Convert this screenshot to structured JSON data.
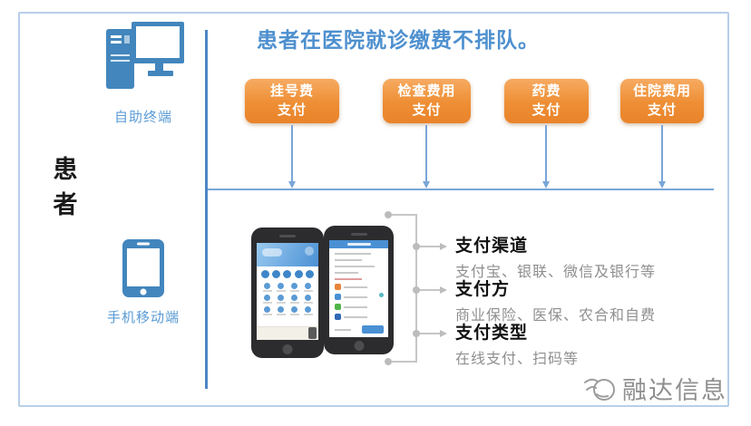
{
  "title": "患者在医院就诊缴费不排队。",
  "left_panel": {
    "patient_label": "患者",
    "terminals": [
      {
        "label": "自助终端",
        "icon": "desktop-terminal-icon"
      },
      {
        "label": "手机移动端",
        "icon": "mobile-phone-icon"
      }
    ]
  },
  "fee_boxes": [
    {
      "line1": "挂号费",
      "line2": "支付"
    },
    {
      "line1": "检查费用",
      "line2": "支付"
    },
    {
      "line1": "药费",
      "line2": "支付"
    },
    {
      "line1": "住院费用",
      "line2": "支付"
    }
  ],
  "payment_info": [
    {
      "heading": "支付渠道",
      "detail": "支付宝、银联、微信及银行等"
    },
    {
      "heading": "支付方",
      "detail": "商业保险、医保、农合和自费"
    },
    {
      "heading": "支付类型",
      "detail": "在线支付、扫码等"
    }
  ],
  "watermark": {
    "text": "融达信息"
  },
  "colors": {
    "title_blue": "#4e90cf",
    "line_blue": "#79a5d8",
    "divider_blue": "#4c86c4",
    "icon_blue": "#4286bd",
    "box_orange": "#ee8a2e",
    "connector_gray": "#c6c6c6",
    "heading_black": "#111111",
    "detail_gray": "#8f8f8f",
    "frame_border": "#b7cfe9",
    "watermark_gray": "#8f8f8f"
  }
}
